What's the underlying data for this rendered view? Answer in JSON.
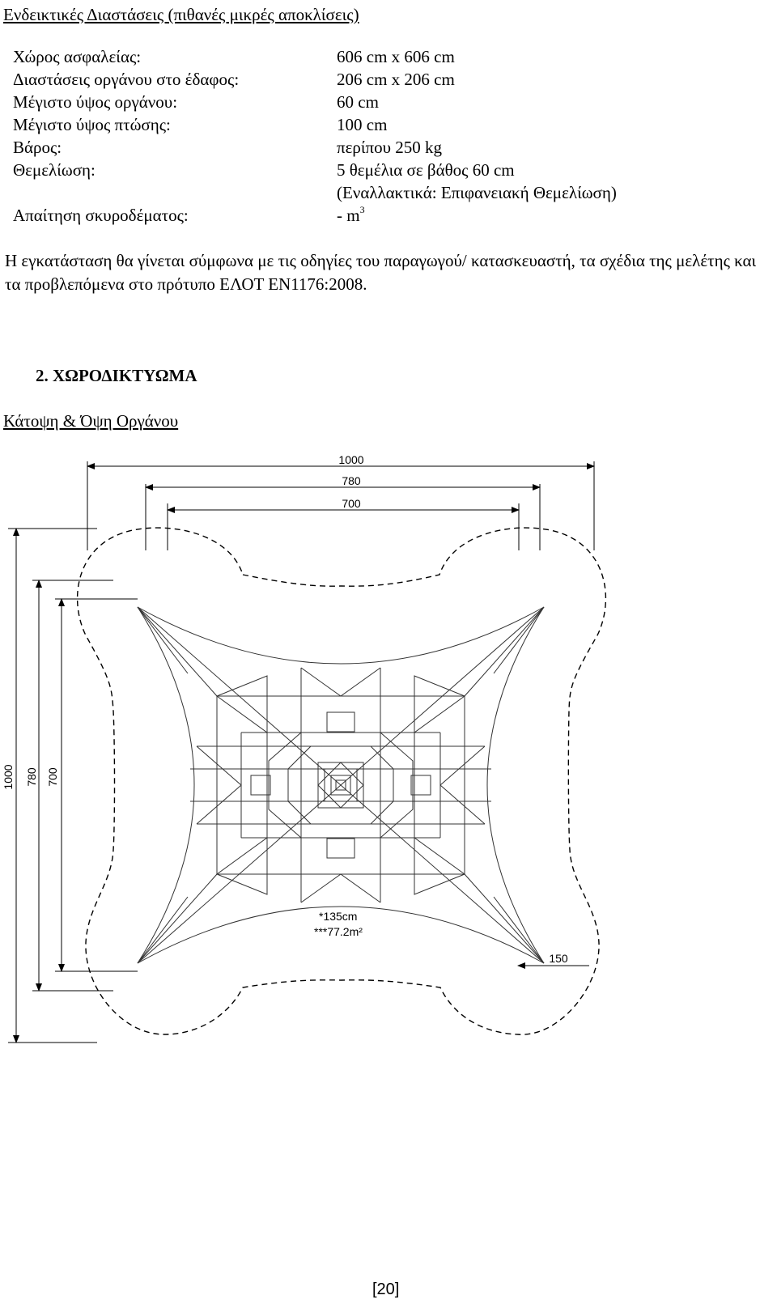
{
  "section_title": "Ενδεικτικές Διαστάσεις (πιθανές μικρές αποκλίσεις)",
  "specs": [
    {
      "label": "Χώρος ασφαλείας:",
      "value": "606 cm x 606 cm"
    },
    {
      "label": "Διαστάσεις οργάνου στο έδαφος:",
      "value": "206 cm x 206 cm"
    },
    {
      "label": "Μέγιστο ύψος οργάνου:",
      "value": "60 cm"
    },
    {
      "label": "Μέγιστο ύψος πτώσης:",
      "value": "100 cm"
    },
    {
      "label": "Βάρος:",
      "value": "περίπου 250 kg"
    },
    {
      "label": "Θεμελίωση:",
      "value": "5 θεμέλια σε βάθος 60 cm"
    },
    {
      "label": "",
      "value": "(Εναλλακτικά: Επιφανειακή Θεμελίωση)"
    },
    {
      "label": "Απαίτηση σκυροδέματος:",
      "value": "- m",
      "sup": "3"
    }
  ],
  "installation_note": "Η εγκατάσταση θα γίνεται σύμφωνα με τις οδηγίες του παραγωγού/ κατασκευαστή, τα σχέδια της μελέτης και τα προβλεπόμενα στο πρότυπο ΕΛΟΤ ΕΝ1176:2008.",
  "heading": "2.  ΧΩΡΟΔΙΚΤΥΩΜΑ",
  "drawing_caption": "Κάτοψη & Όψη Οργάνου",
  "drawing": {
    "dim_top": [
      "1000",
      "780",
      "700"
    ],
    "dim_left": [
      "1000",
      "780",
      "700"
    ],
    "annotation_1": "*135cm",
    "annotation_2": "***77.2m²",
    "corner_dim": "150"
  },
  "page_number": "[20]"
}
